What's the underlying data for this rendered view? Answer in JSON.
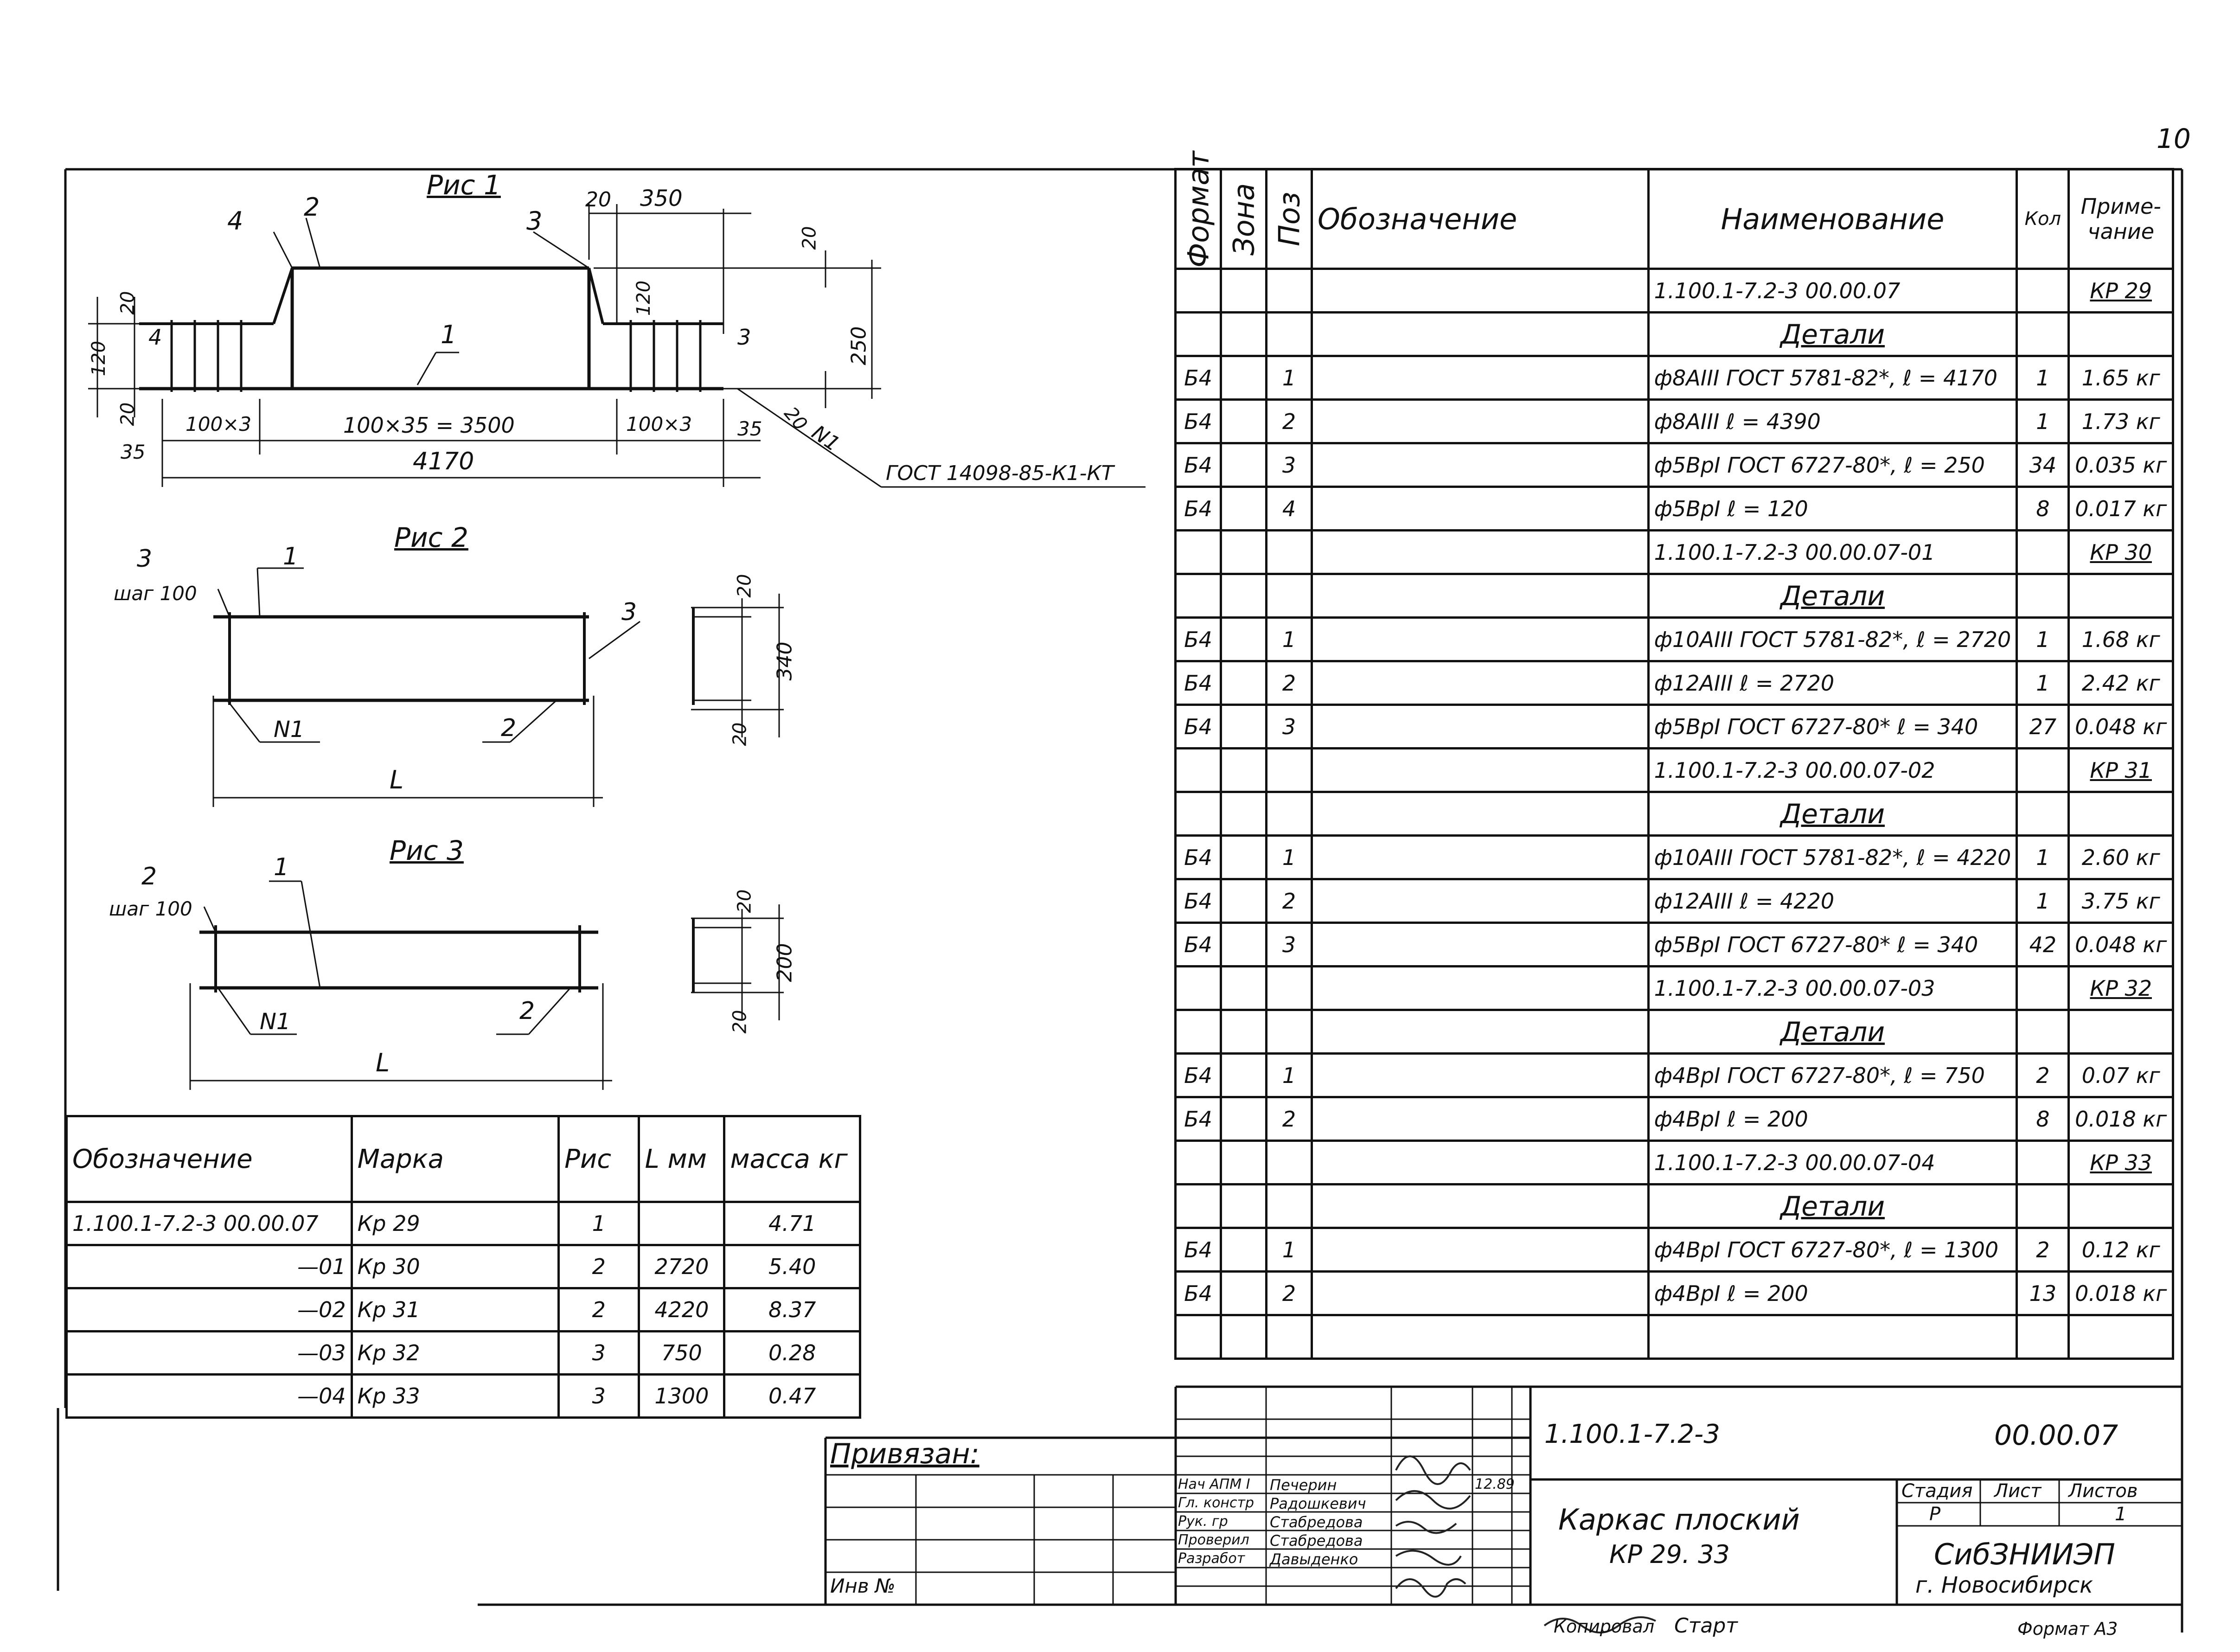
{
  "page_number": "10",
  "figures": {
    "fig1": {
      "title": "Рис 1",
      "pos_labels": [
        "1",
        "2",
        "3",
        "3",
        "4",
        "4"
      ],
      "dims": [
        "20",
        "350",
        "20",
        "120",
        "250",
        "20",
        "120",
        "20",
        "100×3",
        "100×35 = 3500",
        "100×3",
        "35",
        "35",
        "20",
        "4170"
      ],
      "weld_label": "N1",
      "gost_note": "ГОСТ 14098-85-К1-КТ"
    },
    "fig2": {
      "title": "Рис 2",
      "pos_labels": [
        "3",
        "1",
        "3",
        "2"
      ],
      "step_label": "шаг 100",
      "weld_label": "N1",
      "length_label": "L",
      "section_dims": [
        "20",
        "340",
        "20"
      ]
    },
    "fig3": {
      "title": "Рис 3",
      "pos_labels": [
        "2",
        "1",
        "2"
      ],
      "step_label": "шаг 100",
      "weld_label": "N1",
      "length_label": "L",
      "section_dims": [
        "20",
        "200",
        "20"
      ]
    }
  },
  "mark_table": {
    "headers": [
      "Обозначение",
      "Марка",
      "Рис",
      "L мм",
      "масса кг"
    ],
    "rows": [
      [
        "1.100.1-7.2-3  00.00.07",
        "Кр 29",
        "1",
        "",
        "4.71"
      ],
      [
        "—01",
        "Кр 30",
        "2",
        "2720",
        "5.40"
      ],
      [
        "—02",
        "Кр 31",
        "2",
        "4220",
        "8.37"
      ],
      [
        "—03",
        "Кр 32",
        "3",
        "750",
        "0.28"
      ],
      [
        "—04",
        "Кр 33",
        "3",
        "1300",
        "0.47"
      ]
    ]
  },
  "spec_table": {
    "headers": [
      "Формат",
      "Зона",
      "Поз",
      "Обозначение",
      "Наименование",
      "Кол",
      "Приме-чание"
    ],
    "rows": [
      {
        "type": "doc",
        "name": "1.100.1-7.2-3     00.00.07",
        "note": "КР 29"
      },
      {
        "type": "section",
        "name": "Детали"
      },
      {
        "type": "item",
        "fmt": "Б4",
        "pos": "1",
        "name": "ф8АIII  ГОСТ 5781-82*, ℓ = 4170",
        "qty": "1",
        "note": "1.65 кг"
      },
      {
        "type": "item",
        "fmt": "Б4",
        "pos": "2",
        "name": "ф8АIII                      ℓ = 4390",
        "qty": "1",
        "note": "1.73 кг"
      },
      {
        "type": "item",
        "fmt": "Б4",
        "pos": "3",
        "name": "ф5ВрI  ГОСТ 6727-80*, ℓ = 250",
        "qty": "34",
        "note": "0.035 кг"
      },
      {
        "type": "item",
        "fmt": "Б4",
        "pos": "4",
        "name": "ф5ВрI                       ℓ = 120",
        "qty": "8",
        "note": "0.017 кг"
      },
      {
        "type": "doc",
        "name": "1.100.1-7.2-3     00.00.07-01",
        "note": "КР 30"
      },
      {
        "type": "section",
        "name": "Детали"
      },
      {
        "type": "item",
        "fmt": "Б4",
        "pos": "1",
        "name": "ф10АIII  ГОСТ 5781-82*, ℓ = 2720",
        "qty": "1",
        "note": "1.68 кг"
      },
      {
        "type": "item",
        "fmt": "Б4",
        "pos": "2",
        "name": "ф12АIII                    ℓ = 2720",
        "qty": "1",
        "note": "2.42 кг"
      },
      {
        "type": "item",
        "fmt": "Б4",
        "pos": "3",
        "name": "ф5ВрI  ГОСТ 6727-80* ℓ = 340",
        "qty": "27",
        "note": "0.048 кг"
      },
      {
        "type": "doc",
        "name": "1.100.1-7.2-3     00.00.07-02",
        "note": "КР 31"
      },
      {
        "type": "section",
        "name": "Детали"
      },
      {
        "type": "item",
        "fmt": "Б4",
        "pos": "1",
        "name": "ф10АIII  ГОСТ 5781-82*, ℓ = 4220",
        "qty": "1",
        "note": "2.60 кг"
      },
      {
        "type": "item",
        "fmt": "Б4",
        "pos": "2",
        "name": "ф12АIII                    ℓ = 4220",
        "qty": "1",
        "note": "3.75 кг"
      },
      {
        "type": "item",
        "fmt": "Б4",
        "pos": "3",
        "name": "ф5ВрI  ГОСТ 6727-80* ℓ = 340",
        "qty": "42",
        "note": "0.048 кг"
      },
      {
        "type": "doc",
        "name": "1.100.1-7.2-3     00.00.07-03",
        "note": "КР 32"
      },
      {
        "type": "section",
        "name": "Детали"
      },
      {
        "type": "item",
        "fmt": "Б4",
        "pos": "1",
        "name": "ф4ВрI  ГОСТ 6727-80*, ℓ = 750",
        "qty": "2",
        "note": "0.07 кг"
      },
      {
        "type": "item",
        "fmt": "Б4",
        "pos": "2",
        "name": "ф4ВрI                       ℓ = 200",
        "qty": "8",
        "note": "0.018 кг"
      },
      {
        "type": "doc",
        "name": "1.100.1-7.2-3     00.00.07-04",
        "note": "КР 33"
      },
      {
        "type": "section",
        "name": "Детали"
      },
      {
        "type": "item",
        "fmt": "Б4",
        "pos": "1",
        "name": "ф4ВрI  ГОСТ 6727-80*, ℓ = 1300",
        "qty": "2",
        "note": "0.12 кг"
      },
      {
        "type": "item",
        "fmt": "Б4",
        "pos": "2",
        "name": "ф4ВрI                       ℓ = 200",
        "qty": "13",
        "note": "0.018 кг"
      },
      {
        "type": "blank"
      }
    ]
  },
  "title_block": {
    "privyazan": "Привязан:",
    "inv_no": "Инв №",
    "designation": "1.100.1-7.2-3",
    "code": "00.00.07",
    "roles": [
      {
        "role": "Нач АПМ I",
        "name": "Печерин",
        "date": "12.89"
      },
      {
        "role": "Гл. констр",
        "name": "Радошкевич",
        "date": ""
      },
      {
        "role": "Рук. гр",
        "name": "Стабредова",
        "date": ""
      },
      {
        "role": "Проверил",
        "name": "Стабредова",
        "date": ""
      },
      {
        "role": "Разработ",
        "name": "Давыденко",
        "date": ""
      }
    ],
    "doc_title_line1": "Каркас плоский",
    "doc_title_line2": "КР 29. 33",
    "stage_label": "Стадия",
    "sheet_label": "Лист",
    "sheets_label": "Листов",
    "stage": "Р",
    "sheet": "",
    "sheets": "1",
    "org_line1": "СибЗНИИЭП",
    "org_line2": "г. Новосибирск",
    "copied_by": "Копировал",
    "copier_name": "Старт",
    "format": "Формат А3"
  }
}
